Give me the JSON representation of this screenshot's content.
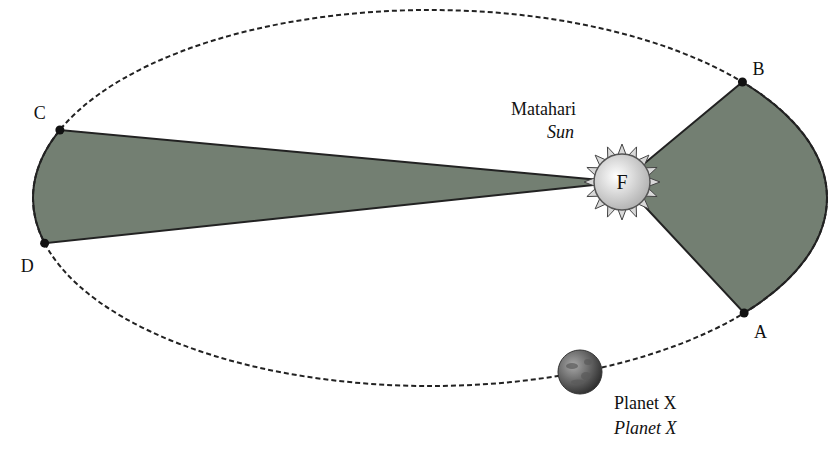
{
  "diagram": {
    "nodes": [
      {
        "text": [
          "Matahari",
          "Sun",
          "F"
        ]
      },
      {
        "text": [
          "Planet X",
          "Planet X"
        ]
      }
    ],
    "labels": [
      "C",
      "B",
      "D",
      "A"
    ]
  }
}
